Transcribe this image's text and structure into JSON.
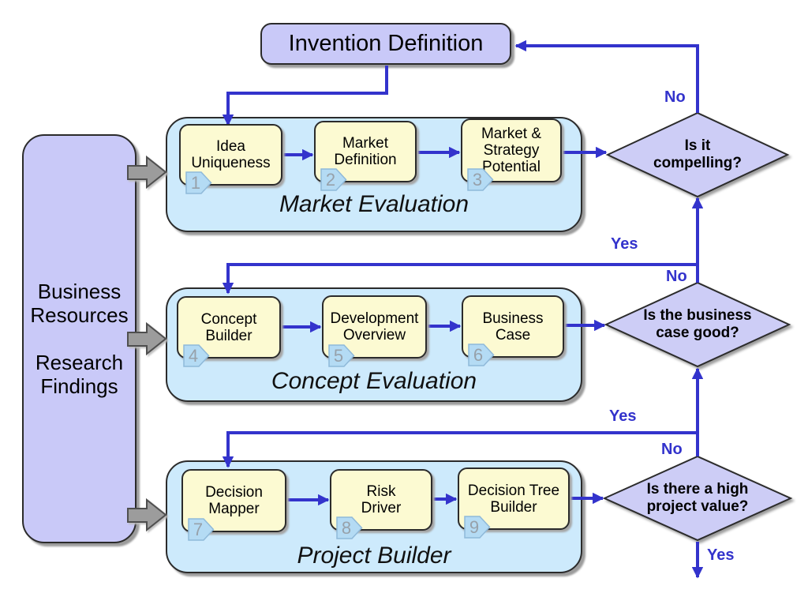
{
  "diagram": {
    "invention_box": "Invention Definition",
    "resources_box": "Business\nResources\n\nResearch\nFindings",
    "rows": [
      {
        "label": "Market Evaluation",
        "steps": [
          {
            "num": "1",
            "label": "Idea\nUniqueness"
          },
          {
            "num": "2",
            "label": "Market\nDefinition"
          },
          {
            "num": "3",
            "label": "Market &\nStrategy\nPotential"
          }
        ],
        "decision": "Is it\ncompelling?"
      },
      {
        "label": "Concept Evaluation",
        "steps": [
          {
            "num": "4",
            "label": "Concept\nBuilder"
          },
          {
            "num": "5",
            "label": "Development\nOverview"
          },
          {
            "num": "6",
            "label": "Business\nCase"
          }
        ],
        "decision": "Is the business\ncase good?"
      },
      {
        "label": "Project Builder",
        "steps": [
          {
            "num": "7",
            "label": "Decision\nMapper"
          },
          {
            "num": "8",
            "label": "Risk\nDriver"
          },
          {
            "num": "9",
            "label": "Decision Tree\nBuilder"
          }
        ],
        "decision": "Is there a high\nproject value?"
      }
    ],
    "edge_labels": {
      "no1": "No",
      "yes1": "Yes",
      "no2": "No",
      "yes2": "Yes",
      "no3": "No",
      "yes3": "Yes"
    },
    "colors": {
      "arrow_blue": "#3333cc",
      "container_fill": "#cdeafc",
      "step_fill": "#fcfad2",
      "lavender_fill": "#c9c9f8",
      "diamond_fill": "#cdcdf6",
      "tag_fill": "#b4dbf4",
      "gray_arrow": "#9c9c9c"
    }
  }
}
